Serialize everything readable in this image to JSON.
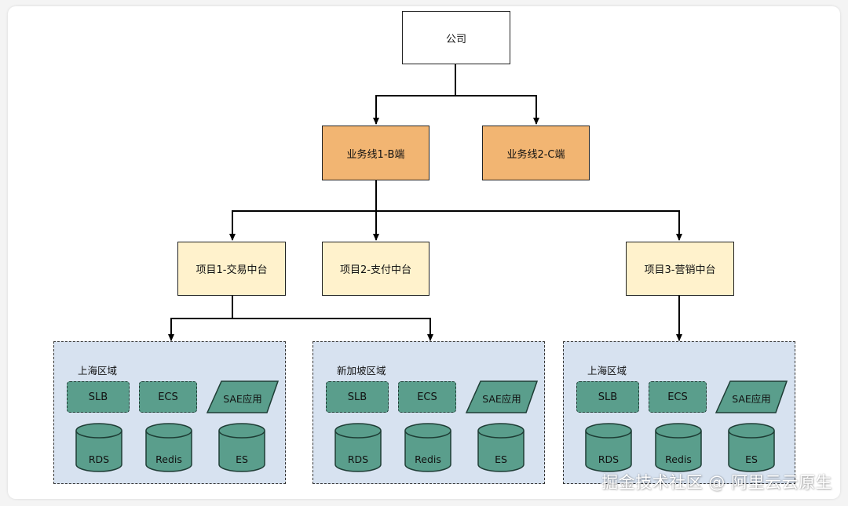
{
  "company": {
    "label": "公司"
  },
  "business_lines": [
    {
      "label": "业务线1-B端"
    },
    {
      "label": "业务线2-C端"
    }
  ],
  "projects": [
    {
      "label": "项目1-交易中台"
    },
    {
      "label": "项目2-支付中台"
    },
    {
      "label": "项目3-营销中台"
    }
  ],
  "regions": [
    {
      "label": "上海区域",
      "services": {
        "slb": "SLB",
        "ecs": "ECS",
        "sae": "SAE应用",
        "rds": "RDS",
        "redis": "Redis",
        "es": "ES"
      }
    },
    {
      "label": "新加坡区域",
      "services": {
        "slb": "SLB",
        "ecs": "ECS",
        "sae": "SAE应用",
        "rds": "RDS",
        "redis": "Redis",
        "es": "ES"
      }
    },
    {
      "label": "上海区域",
      "services": {
        "slb": "SLB",
        "ecs": "ECS",
        "sae": "SAE应用",
        "rds": "RDS",
        "redis": "Redis",
        "es": "ES"
      }
    }
  ],
  "watermark": "掘金技术社区 @ 阿里云云原生",
  "colors": {
    "business_line_fill": "#f2b572",
    "project_fill": "#fff2cc",
    "region_fill": "#d7e2f0",
    "service_fill": "#5a9e8c"
  }
}
